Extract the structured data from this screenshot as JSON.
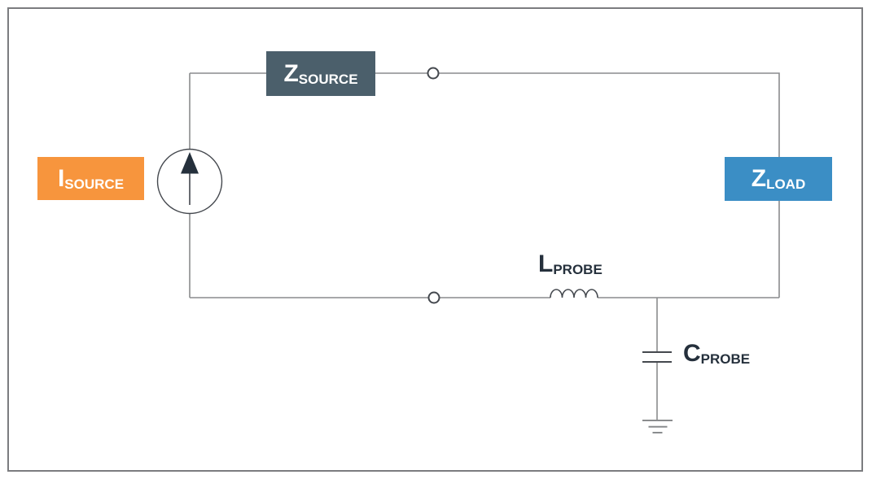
{
  "colors": {
    "background": "#FFFFFF",
    "frame_border": "#7B7C7F",
    "wire": "#8A8C8E",
    "component_dark": "#44484E",
    "label_text": "#25303C",
    "box_text": "#FFFFFF",
    "i_source_fill": "#F7953D",
    "z_source_fill": "#4B5F6B",
    "z_load_fill": "#3B8EC5"
  },
  "labels": {
    "i_source": {
      "symbol": "I",
      "subscript": "SOURCE"
    },
    "z_source": {
      "symbol": "Z",
      "subscript": "SOURCE"
    },
    "z_load": {
      "symbol": "Z",
      "subscript": "LOAD"
    },
    "l_probe": {
      "symbol": "L",
      "subscript": "PROBE"
    },
    "c_probe": {
      "symbol": "C",
      "subscript": "PROBE"
    }
  },
  "symbols": {
    "current_source": "current-source-circle-up-arrow",
    "terminal_top": "open-terminal-node",
    "terminal_bottom": "open-terminal-node",
    "inductor": "inductor-coil-4-humps",
    "capacitor": "capacitor-parallel-plates",
    "ground": "earth-ground-3-bars"
  }
}
